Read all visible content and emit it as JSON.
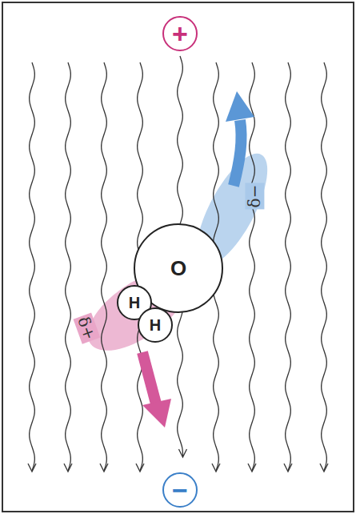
{
  "diagram": {
    "nodes": [
      {
        "text": [
          "+"
        ]
      },
      {
        "text": [
          "O"
        ]
      },
      {
        "text": [
          "H"
        ]
      },
      {
        "text": [
          "H"
        ]
      },
      {
        "text": [
          "−"
        ]
      }
    ],
    "labels": [
      "δ+",
      "δ−"
    ]
  }
}
